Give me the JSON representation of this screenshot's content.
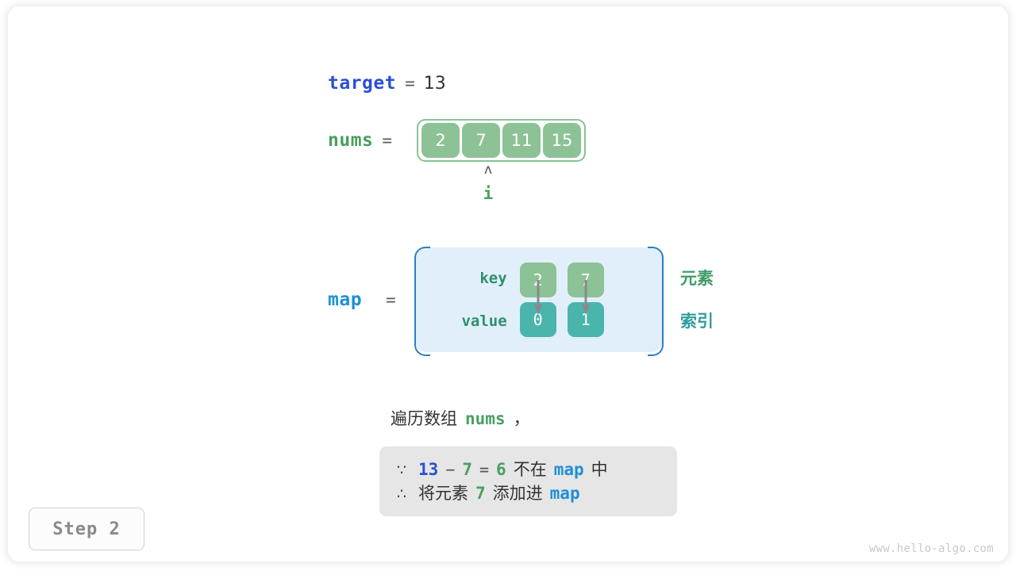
{
  "variables": {
    "target": {
      "name": "target",
      "eq": "=",
      "value": "13"
    },
    "nums": {
      "name": "nums",
      "eq": "=",
      "cells": [
        "2",
        "7",
        "11",
        "15"
      ]
    },
    "map": {
      "name": "map",
      "eq": "="
    }
  },
  "pointer": {
    "caret": "ʌ",
    "label": "i",
    "index": 1
  },
  "map_table": {
    "row_labels": {
      "key": "key",
      "value": "value"
    },
    "columns": [
      {
        "key": "2",
        "value": "0"
      },
      {
        "key": "7",
        "value": "1"
      }
    ]
  },
  "legend": {
    "element": "元素",
    "index": "索引"
  },
  "caption": {
    "prefix": "遍历数组",
    "code": "nums",
    "suffix": "，"
  },
  "note": {
    "line1": {
      "symbol": "∵",
      "a": "13",
      "minus": "−",
      "b": "7",
      "equals": "=",
      "result": "6",
      "text_mid": "不在",
      "code": "map",
      "text_end": "中"
    },
    "line2": {
      "symbol": "∴",
      "text_start": "将元素",
      "value": "7",
      "text_mid": "添加进",
      "code": "map"
    }
  },
  "step_badge": {
    "label": "Step 2"
  },
  "watermark": {
    "text": "www.hello-algo.com"
  },
  "colors": {
    "target_blue": "#2b50d4",
    "nums_green": "#4a9f5f",
    "map_blue": "#1f8fd6",
    "cell_green": "#8cc295",
    "cell_teal": "#4ab5ac",
    "map_bg": "#e1effa",
    "map_border": "#2b7fc4",
    "note_bg": "#e6e6e6",
    "legend_element": "#3f9c68",
    "legend_index": "#2f9f9c"
  }
}
